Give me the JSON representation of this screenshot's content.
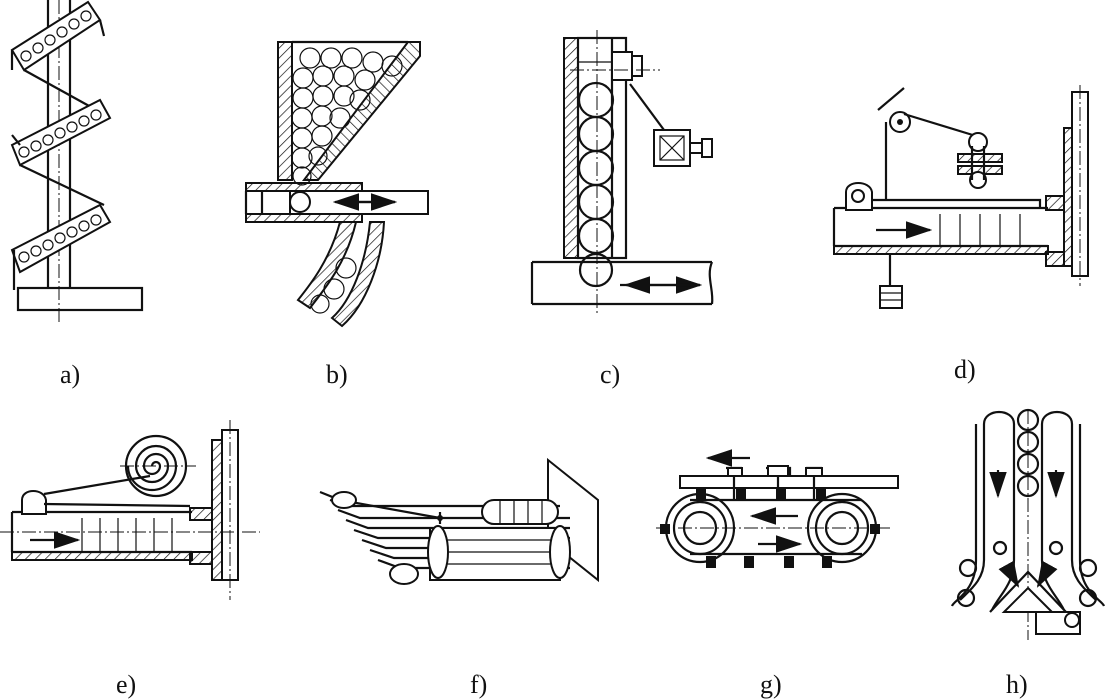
{
  "panels": [
    {
      "id": "a",
      "label": "a)",
      "icon": "helical-spiral-chute-icon"
    },
    {
      "id": "b",
      "label": "b)",
      "icon": "hopper-feeder-icon"
    },
    {
      "id": "c",
      "label": "c)",
      "icon": "vertical-magazine-icon"
    },
    {
      "id": "d",
      "label": "d)",
      "icon": "weighted-pusher-track-icon"
    },
    {
      "id": "e",
      "label": "e)",
      "icon": "spiral-spring-pusher-icon"
    },
    {
      "id": "f",
      "label": "f)",
      "icon": "coiled-wire-magazine-icon"
    },
    {
      "id": "g",
      "label": "g)",
      "icon": "chain-conveyor-icon"
    },
    {
      "id": "h",
      "label": "h)",
      "icon": "dual-chute-merge-icon"
    }
  ],
  "colors": {
    "ink": "#111111",
    "background": "#ffffff"
  }
}
